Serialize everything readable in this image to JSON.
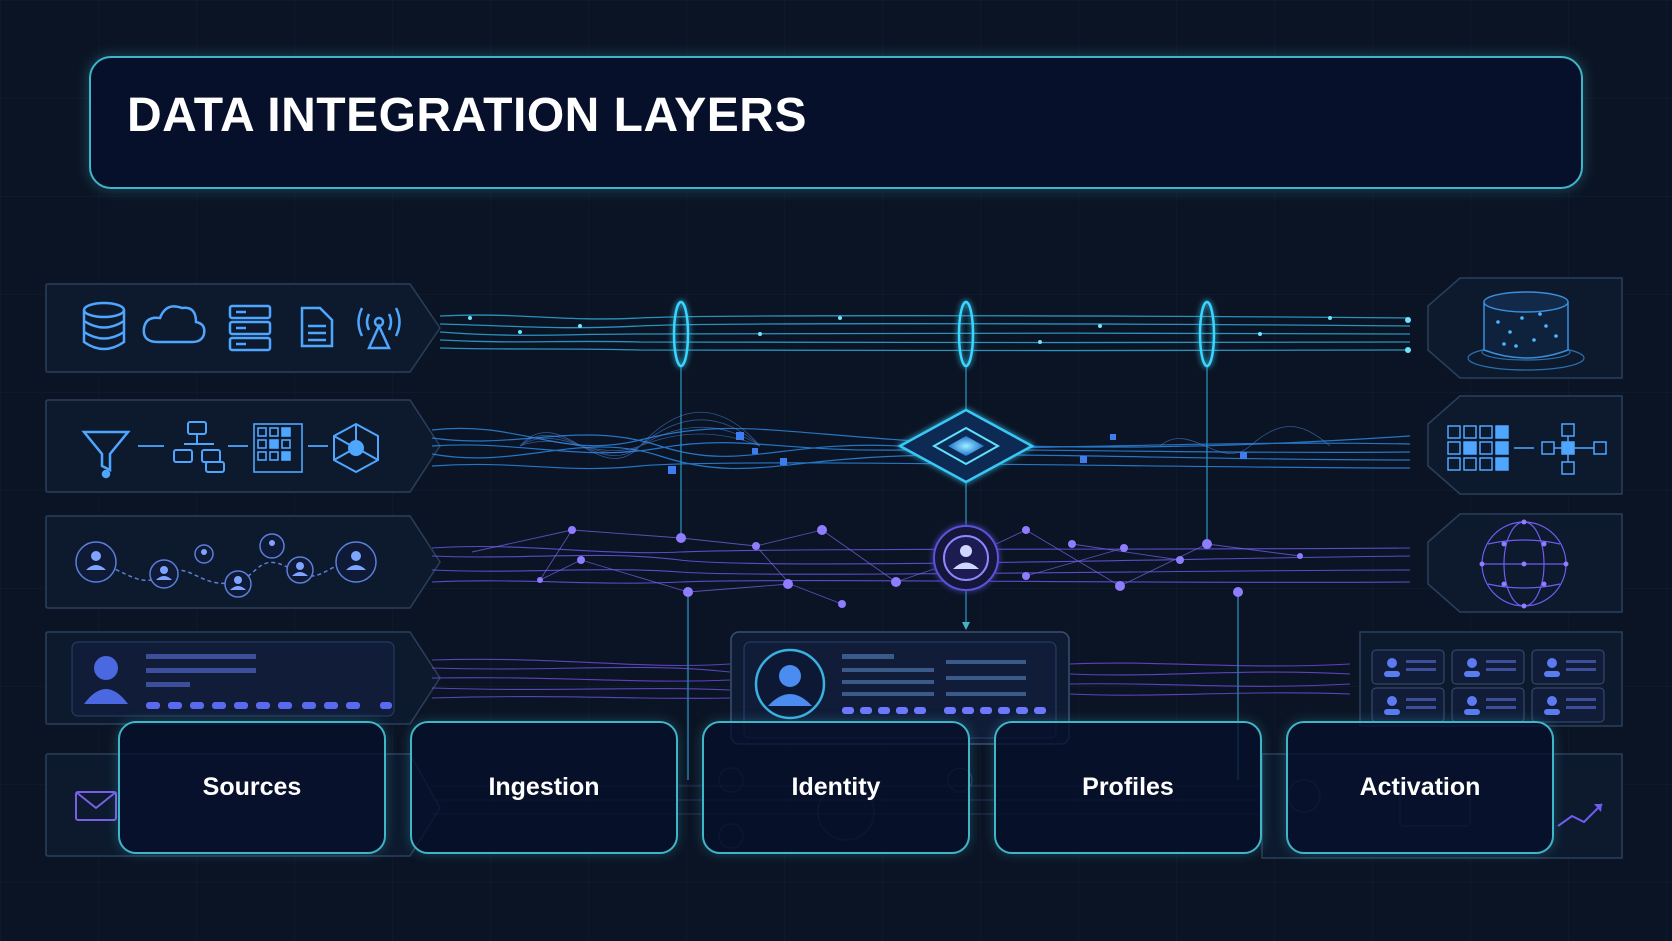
{
  "title": "DATA INTEGRATION LAYERS",
  "layers": [
    {
      "label": "Sources"
    },
    {
      "label": "Ingestion"
    },
    {
      "label": "Identity"
    },
    {
      "label": "Profiles"
    },
    {
      "label": "Activation"
    }
  ],
  "colors": {
    "background": "#0b1424",
    "border": "#3fb6c8",
    "cyan": "#35d0f5",
    "blue": "#3a86ff",
    "purple": "#8b6cff",
    "violet": "#7b4fe0"
  },
  "icons": {
    "sources_row": [
      "database-icon",
      "cloud-icon",
      "server-icon",
      "document-icon",
      "antenna-icon"
    ],
    "ingestion_row": [
      "funnel-icon",
      "flowchart-icon",
      "grid-icon",
      "network-node-icon"
    ],
    "identity_row": [
      "user-network-icon"
    ],
    "profiles_row": [
      "profile-card-icon"
    ],
    "activation_row": [
      "mail-icon",
      "chat-icon",
      "mobile-icon",
      "browser-icon",
      "megaphone-icon"
    ]
  }
}
